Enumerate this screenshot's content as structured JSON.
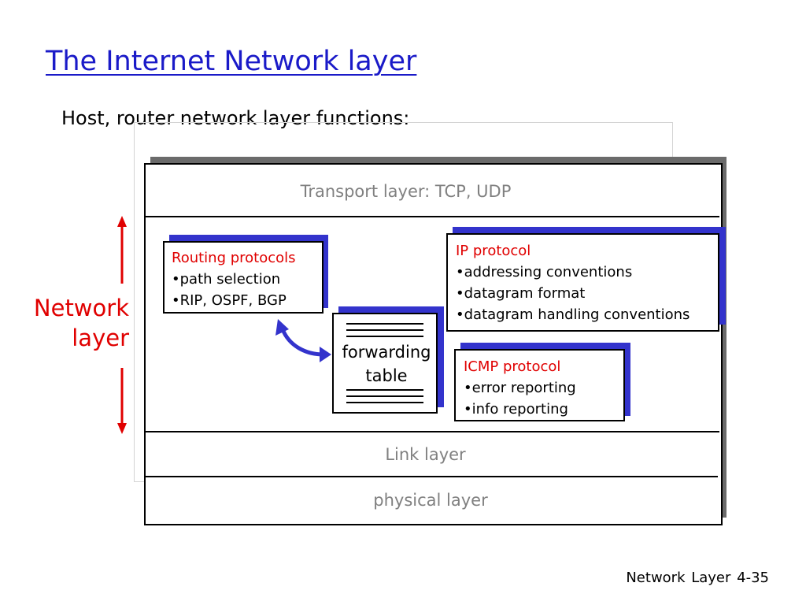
{
  "title": "The Internet Network layer",
  "subtitle": "Host, router network layer functions:",
  "layers": {
    "transport": "Transport layer: TCP, UDP",
    "link": "Link layer",
    "physical": "physical layer"
  },
  "side_label": {
    "line1": "Network",
    "line2": "layer"
  },
  "routing_box": {
    "title": "Routing protocols",
    "items": [
      "•path selection",
      "•RIP, OSPF, BGP"
    ]
  },
  "ip_box": {
    "title": "IP protocol",
    "items": [
      "•addressing conventions",
      "•datagram format",
      "•datagram handling conventions"
    ]
  },
  "icmp_box": {
    "title": "ICMP protocol",
    "items": [
      "•error reporting",
      "•info reporting"
    ]
  },
  "forwarding_table": {
    "line1": "forwarding",
    "line2": "table"
  },
  "footer": {
    "section": "Network Layer",
    "page": "4-35"
  },
  "colors": {
    "title": "#1a1ac8",
    "accent_red": "#e00000",
    "box_shadow": "#3333cc",
    "layer_text": "#808080"
  }
}
